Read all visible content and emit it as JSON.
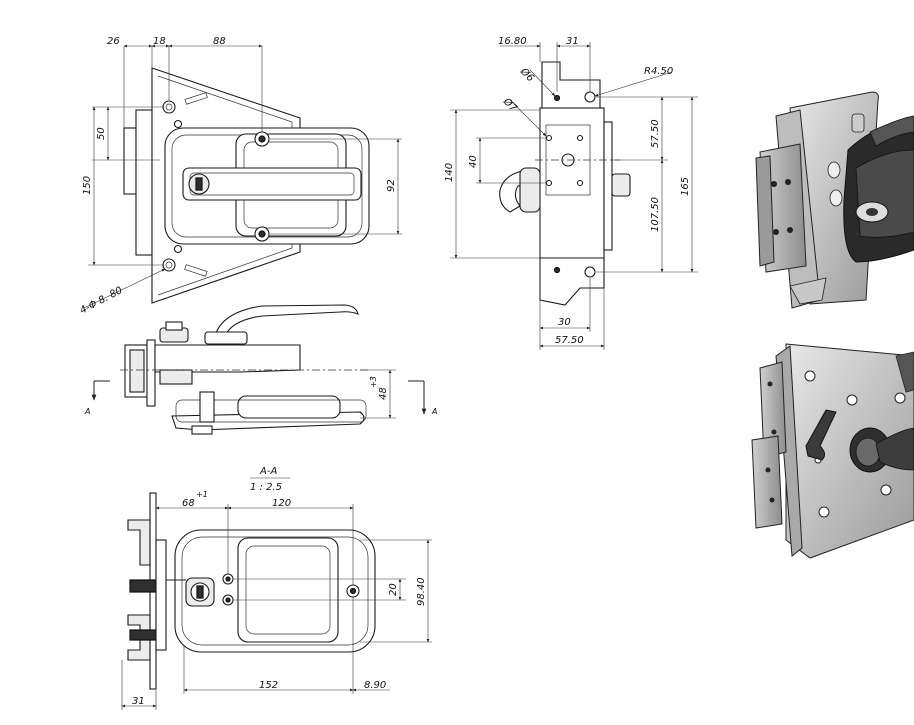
{
  "top_view": {
    "dims": {
      "d26": "26",
      "d18": "18",
      "d88": "88",
      "d50": "50",
      "d150": "150",
      "d92": "92",
      "holes": "4-Φ 8. 80"
    }
  },
  "side_view": {
    "dims": {
      "d48": "48",
      "d48_tol": "+3",
      "section_left": "A",
      "section_right": "A"
    }
  },
  "section_view": {
    "title": "A-A",
    "scale": "1 : 2.5",
    "dims": {
      "d68": "68",
      "d68_tol": "+1",
      "d120": "120",
      "d20": "20",
      "d98": "98.40",
      "d152": "152",
      "d890": "8.90",
      "d31": "31"
    }
  },
  "end_view": {
    "dims": {
      "d1680": "16.80",
      "d31": "31",
      "dia6": "Ø6",
      "dia7": "Ø7",
      "r450": "R4.50",
      "d5750a": "57.50",
      "d140": "140",
      "d40": "40",
      "d10750": "107.50",
      "d165": "165",
      "d30": "30",
      "d5750b": "57.50"
    }
  },
  "renders": {
    "upper": "isometric-render-front",
    "lower": "isometric-render-back"
  }
}
